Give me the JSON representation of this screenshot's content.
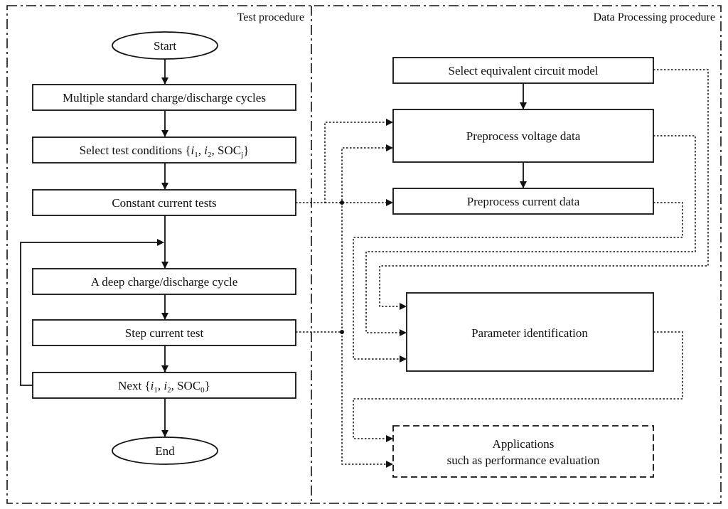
{
  "panels": {
    "left_title": "Test procedure",
    "right_title": "Data Processing procedure"
  },
  "test_procedure": {
    "start": "Start",
    "cycles": "Multiple standard charge/discharge cycles",
    "select_conditions": {
      "prefix": "Select test conditions {",
      "i1": "i",
      "i1_sub": "1",
      "i2": "i",
      "i2_sub": "2",
      "soc": "SOC",
      "soc_sub": "j",
      "suffix": "}"
    },
    "constant_current": "Constant current tests",
    "deep_cycle": "A deep charge/discharge cycle",
    "step_current": "Step current test",
    "next": {
      "prefix": "Next {",
      "i1": "i",
      "i1_sub": "1",
      "i2": "i",
      "i2_sub": "2",
      "soc": "SOC",
      "soc_sub": "0",
      "suffix": "}"
    },
    "end": "End"
  },
  "data_processing": {
    "select_model": "Select equivalent circuit model",
    "preprocess_voltage": "Preprocess voltage data",
    "preprocess_current": "Preprocess current data",
    "parameter_identification": "Parameter identification",
    "applications_line1": "Applications",
    "applications_line2": "such as performance evaluation"
  },
  "colors": {
    "line": "#111111",
    "background": "#ffffff"
  }
}
